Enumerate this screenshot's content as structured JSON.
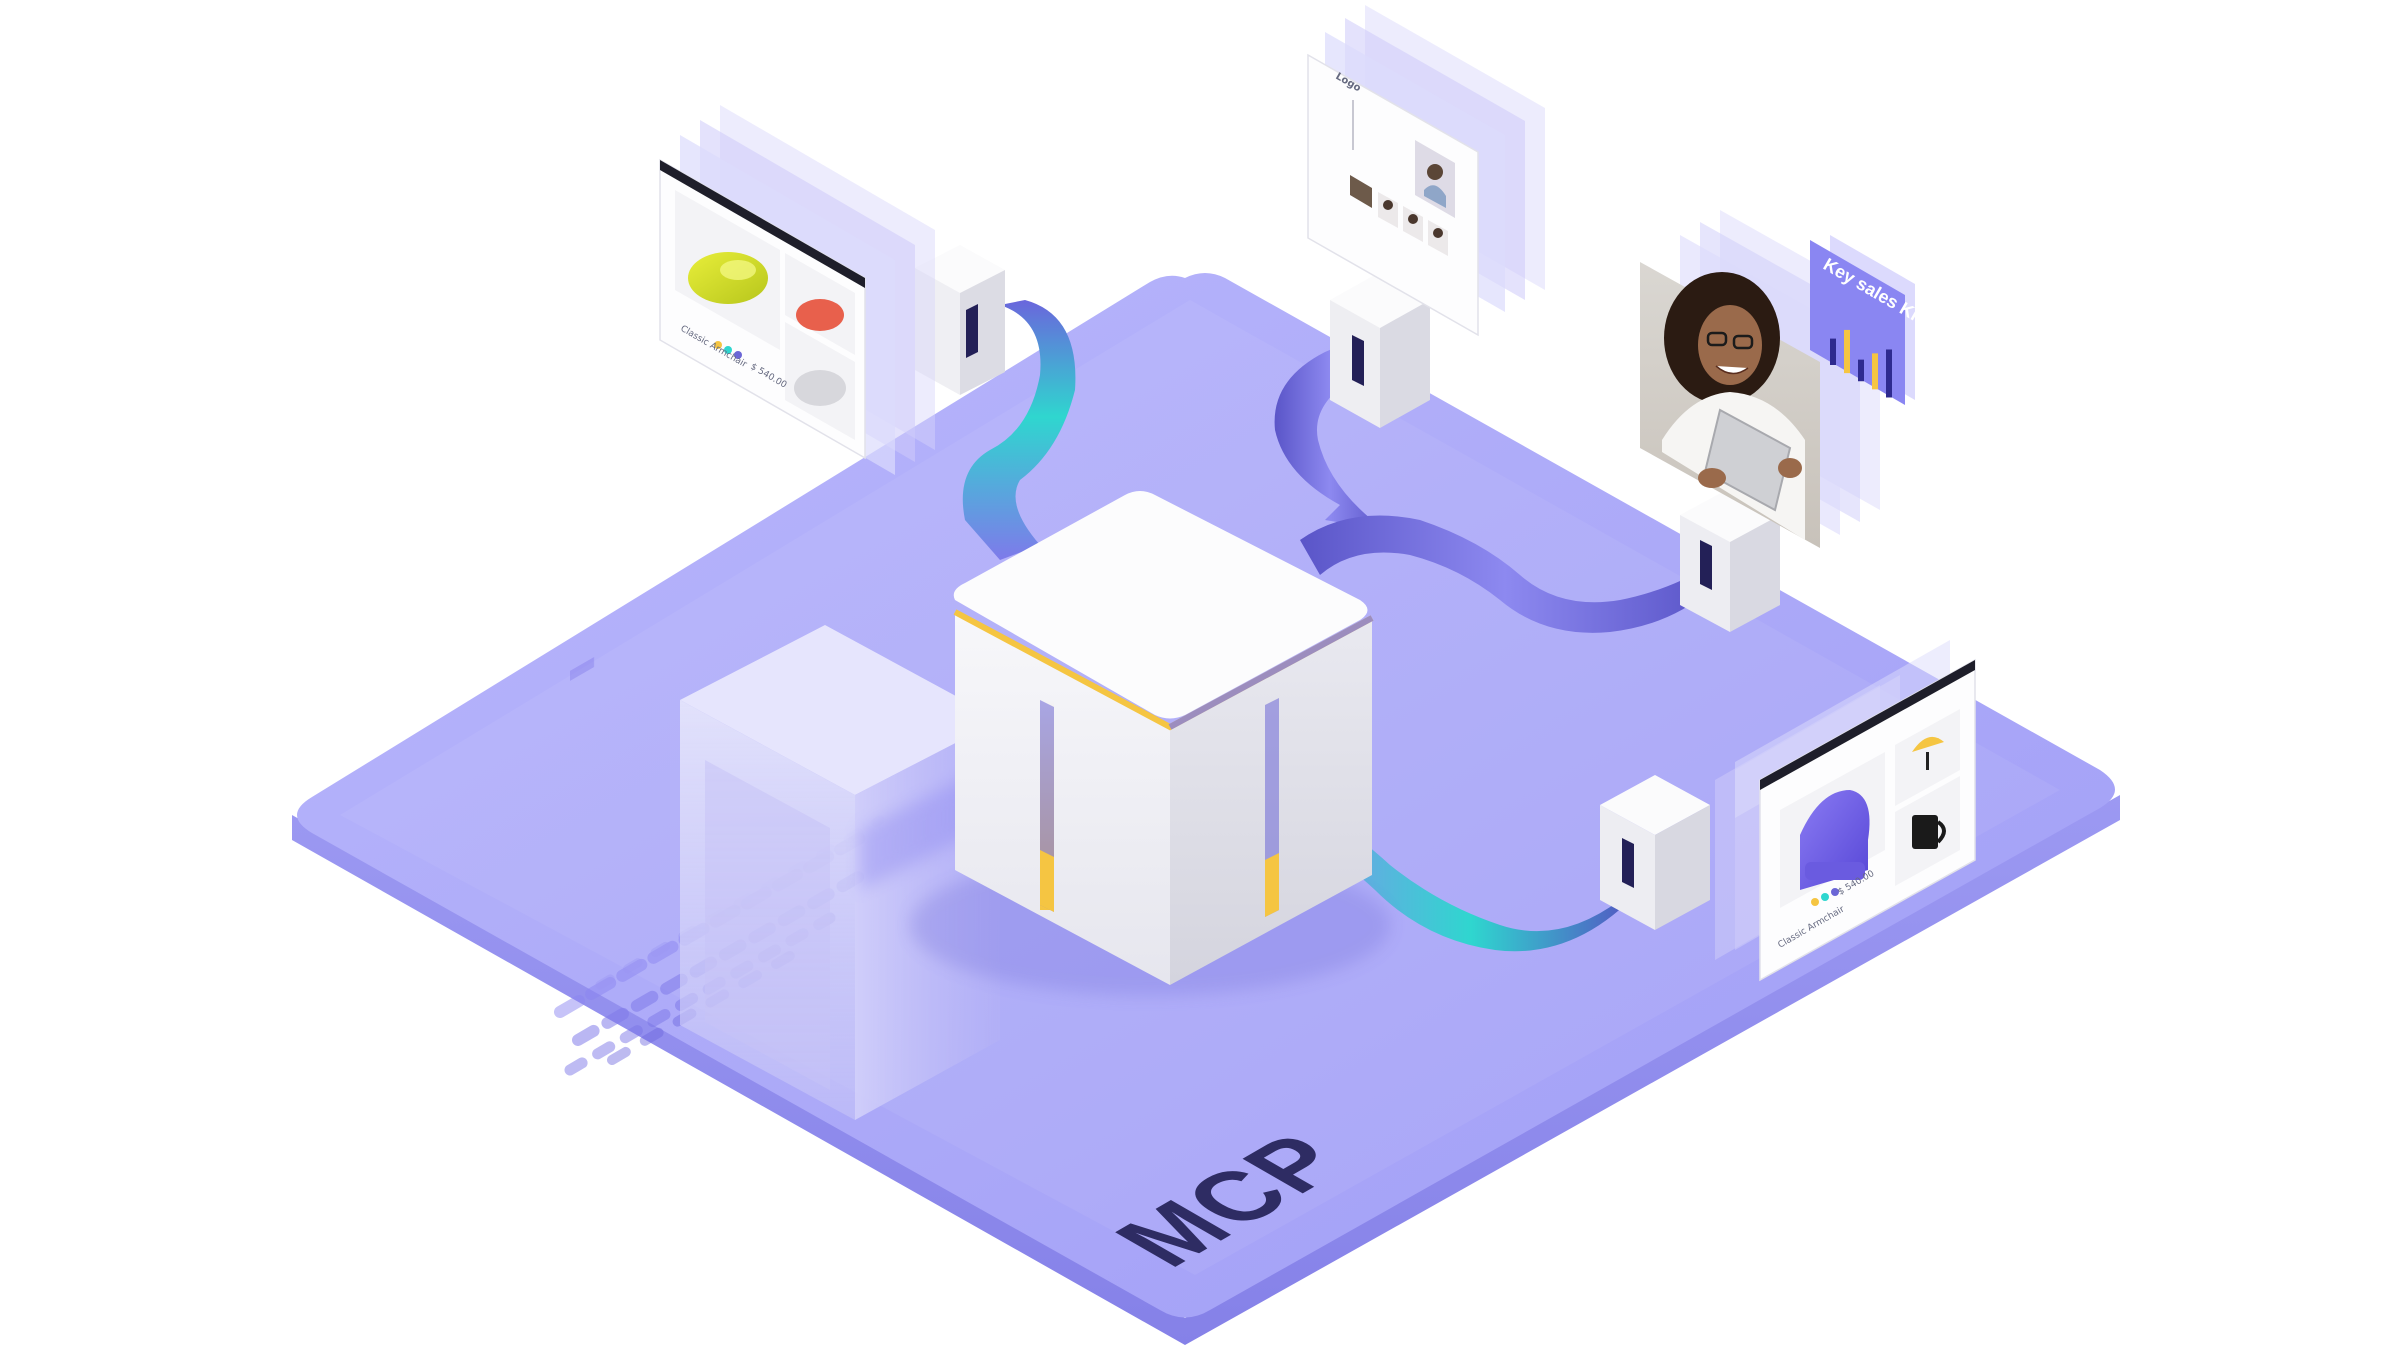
{
  "platform": {
    "label": "MCP",
    "colors": {
      "platform_top": "#a8a6f8",
      "platform_side": "#8f8cf0",
      "ribbon": "#7b77e6",
      "ribbon_dark": "#5c58c8",
      "accent_teal": "#2fd6cf",
      "accent_yellow": "#f5c542",
      "cube_white": "#f4f4f7"
    }
  },
  "nodes": {
    "top_left_store": {
      "card_label": "Classic Armchair",
      "price_text": "$ 540.00"
    },
    "top_center_site": {
      "logo_text": "Logo"
    },
    "right_person": {
      "kpi_title": "Key sales KPIs",
      "kpi_values": [
        0.55,
        0.9,
        0.45,
        0.75,
        1.0
      ]
    },
    "bottom_right_store": {
      "card_label": "Classic Armchair",
      "price_text": "$ 540.00"
    }
  }
}
